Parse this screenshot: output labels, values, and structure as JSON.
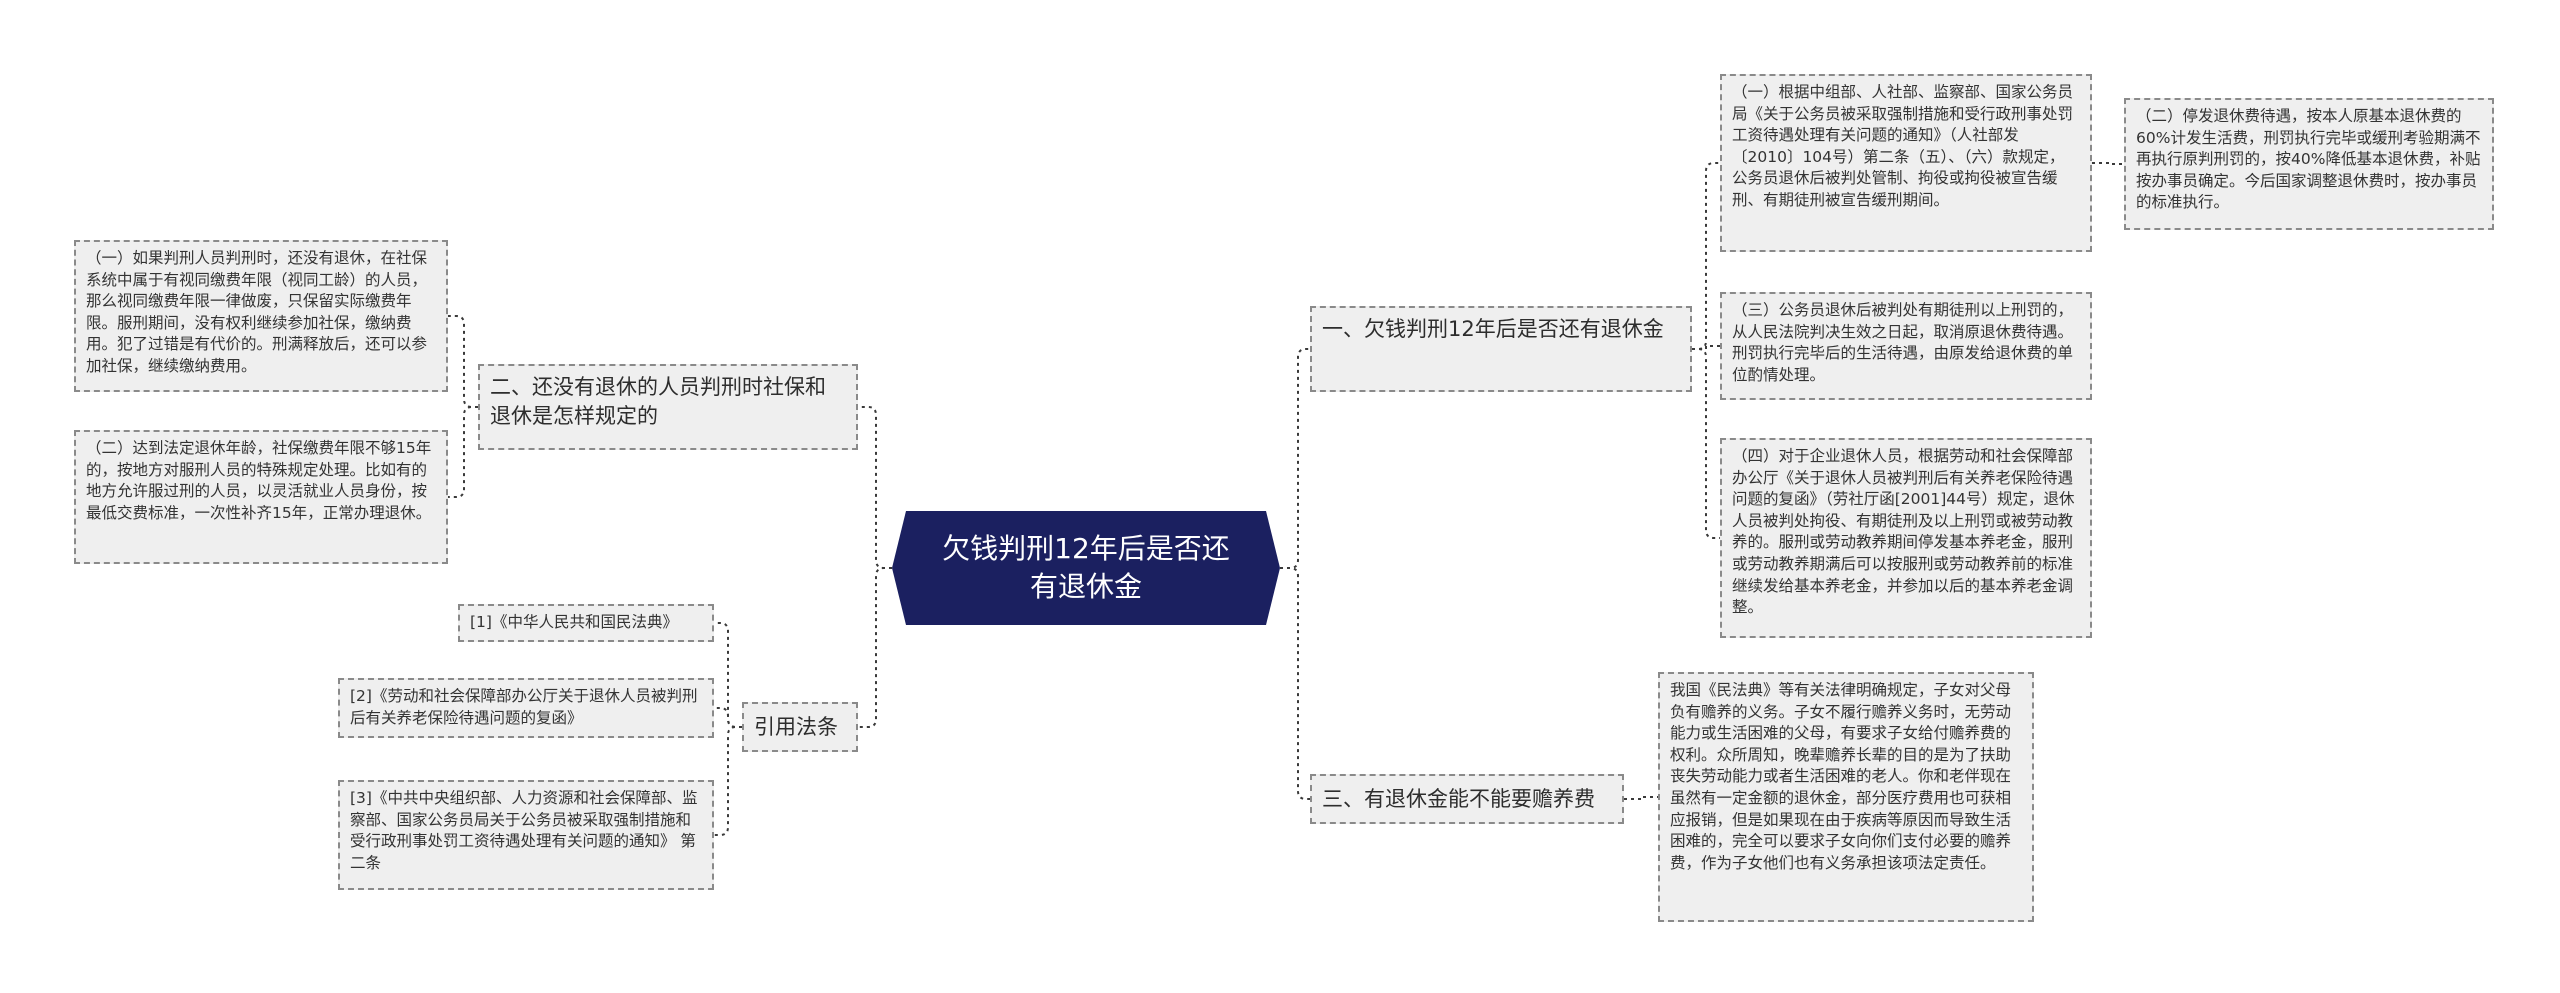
{
  "colors": {
    "root_fill": "#1b2060",
    "node_fill": "#efefef",
    "node_border": "#8a8a8a",
    "connector": "#3a3a3a"
  },
  "root": {
    "title": "欠钱判刑12年后是否还有退休金"
  },
  "branches": [
    {
      "label": "一、欠钱判刑12年后是否还有退休金",
      "leaves": [
        "（一）根据中组部、人社部、监察部、国家公务员局《关于公务员被采取强制措施和受行政刑事处罚工资待遇处理有关问题的通知》（人社部发〔2010〕104号）第二条（五）、（六）款规定，公务员退休后被判处管制、拘役或拘役被宣告缓刑、有期徒刑被宣告缓刑期间。",
        "（二）停发退休费待遇，按本人原基本退休费的60%计发生活费，刑罚执行完毕或缓刑考验期满不再执行原判刑罚的，按40%降低基本退休费，补贴按办事员确定。今后国家调整退休费时，按办事员的标准执行。",
        "（三）公务员退休后被判处有期徒刑以上刑罚的，从人民法院判决生效之日起，取消原退休费待遇。刑罚执行完毕后的生活待遇，由原发给退休费的单位酌情处理。",
        "（四）对于企业退休人员，根据劳动和社会保障部办公厅《关于退休人员被判刑后有关养老保险待遇问题的复函》（劳社厅函[2001]44号）规定，退休人员被判处拘役、有期徒刑及以上刑罚或被劳动教养的。服刑或劳动教养期间停发基本养老金，服刑或劳动教养期满后可以按服刑或劳动教养前的标准继续发给基本养老金，并参加以后的基本养老金调整。"
      ]
    },
    {
      "label": "三、有退休金能不能要赡养费",
      "leaves": [
        "我国《民法典》等有关法律明确规定，子女对父母负有赡养的义务。子女不履行赡养义务时，无劳动能力或生活困难的父母，有要求子女给付赡养费的权利。众所周知，晚辈赡养长辈的目的是为了扶助丧失劳动能力或者生活困难的老人。你和老伴现在虽然有一定金额的退休金，部分医疗费用也可获相应报销，但是如果现在由于疾病等原因而导致生活困难的，完全可以要求子女向你们支付必要的赡养费，作为子女他们也有义务承担该项法定责任。"
      ]
    },
    {
      "label": "二、还没有退休的人员判刑时社保和退休是怎样规定的",
      "leaves": [
        "（一）如果判刑人员判刑时，还没有退休，在社保系统中属于有视同缴费年限（视同工龄）的人员，那么视同缴费年限一律做废，只保留实际缴费年限。服刑期间，没有权利继续参加社保，缴纳费用。犯了过错是有代价的。刑满释放后，还可以参加社保，继续缴纳费用。",
        "（二）达到法定退休年龄，社保缴费年限不够15年的，按地方对服刑人员的特殊规定处理。比如有的地方允许服过刑的人员，以灵活就业人员身份，按最低交费标准，一次性补齐15年，正常办理退休。"
      ]
    },
    {
      "label": "引用法条",
      "leaves": [
        "[1]《中华人民共和国民法典》",
        "[2]《劳动和社会保障部办公厅关于退休人员被判刑后有关养老保险待遇问题的复函》",
        "[3]《中共中央组织部、人力资源和社会保障部、监察部、国家公务员局关于公务员被采取强制措施和受行政刑事处罚工资待遇处理有关问题的通知》 第二条"
      ]
    }
  ]
}
